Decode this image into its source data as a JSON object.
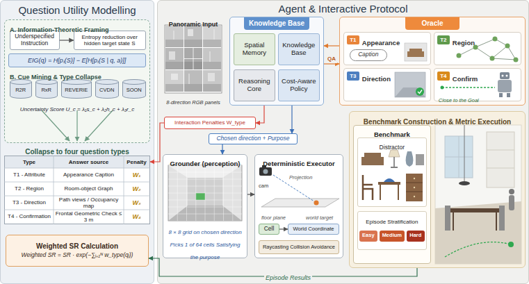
{
  "diagram": {
    "nodes": [
      {
        "text": [
          "Question Utility Modelling"
        ]
      },
      {
        "text": [
          "A. Information-Theoretic Framing",
          "B. Cue Mining & Type Collapse"
        ],
        "in": 0
      },
      {
        "text": [
          "Underspecified Instruction"
        ],
        "in": 1
      },
      {
        "text": [
          "Entropy reduction over hidden target state S"
        ],
        "in": 1
      },
      {
        "text": [
          "EIG(q) = H[pₜ(S)] − E[H[pₜ(S | q, a)]]"
        ],
        "in": 1
      },
      {
        "text": [
          "R2R"
        ],
        "in": 1
      },
      {
        "text": [
          "RxR"
        ],
        "in": 1
      },
      {
        "text": [
          "REVERIE"
        ],
        "in": 1
      },
      {
        "text": [
          "CVDN"
        ],
        "in": 1
      },
      {
        "text": [
          "SOON"
        ],
        "in": 1
      },
      {
        "text": [
          "Type",
          "Answer source",
          "Penalty",
          "T1 - Attribute",
          "Appearance Caption",
          "W₁",
          "T2 - Region",
          "Room-object Graph",
          "W₂",
          "T3 - Direction",
          "Path views / Occupancy map",
          "W₃",
          "T4 - Confirmation",
          "Frontal Geometric Check ≤ 3 m",
          "W₄"
        ],
        "in": 0
      },
      {
        "text": [
          "Weighted SR Calculation",
          "Weighted SR = SR · exp(−∑ᵢ₌₁ᴺ w_type(qᵢ))"
        ],
        "in": 0
      },
      {
        "text": [
          "Agent & Interactive Protocol"
        ]
      },
      {
        "text": [
          "Panoramic Input",
          "8-direction RGB panels"
        ],
        "in": 12
      },
      {
        "text": [
          "Knowledge Base"
        ],
        "in": 12
      },
      {
        "text": [
          "Spatial Memory"
        ],
        "in": 14
      },
      {
        "text": [
          "Knowledge Base"
        ],
        "in": 14
      },
      {
        "text": [
          "Reasoning Core"
        ],
        "in": 14
      },
      {
        "text": [
          "Cost-Aware Policy"
        ],
        "in": 14
      },
      {
        "text": [
          "Oracle"
        ],
        "in": 12
      },
      {
        "text": [
          "T1",
          "Appearance",
          "Caption"
        ],
        "in": 19
      },
      {
        "text": [
          "T2",
          "Region"
        ],
        "in": 19
      },
      {
        "text": [
          "T3",
          "Direction"
        ],
        "in": 19
      },
      {
        "text": [
          "T4",
          "Confirm",
          "Close to the Goal"
        ],
        "in": 19
      },
      {
        "text": [
          "Interaction Penalties W_type"
        ],
        "in": 12
      },
      {
        "text": [
          "Chosen direction + Purpose"
        ],
        "in": 12
      },
      {
        "text": [
          "Grounder (perception)",
          "8 × 8 grid on chosen direction Picks 1 of 64 cells Satisfying the purpose"
        ],
        "in": 12
      },
      {
        "text": [
          "Deterministic Executor"
        ],
        "in": 12
      },
      {
        "text": [
          "Cell"
        ],
        "in": 27
      },
      {
        "text": [
          "World Coordinate"
        ],
        "in": 27
      },
      {
        "text": [
          "Raycasting Collision Avoidance"
        ],
        "in": 27
      },
      {
        "text": [
          "Benchmark Construction & Metric Execution"
        ],
        "in": 12
      },
      {
        "text": [
          "Benchmark"
        ],
        "in": 31
      },
      {
        "text": [
          "Distractor"
        ],
        "in": 32
      },
      {
        "text": [
          "Episode Stratification"
        ],
        "in": 32
      },
      {
        "text": [
          "Easy"
        ],
        "in": 34
      },
      {
        "text": [
          "Medium"
        ],
        "in": 34
      },
      {
        "text": [
          "Hard"
        ],
        "in": 34
      }
    ],
    "edges": [
      {
        "from": 2,
        "to": 3,
        "arrow": "to"
      },
      {
        "from": 19,
        "to": 14,
        "arrow": "to"
      },
      {
        "from": 14,
        "to": 19,
        "label": "QA",
        "arrow": "to"
      },
      {
        "from": 14,
        "to": 24,
        "arrow": "to"
      },
      {
        "from": 24,
        "to": 10,
        "arrow": "to"
      },
      {
        "from": 14,
        "to": 25,
        "arrow": "to"
      },
      {
        "from": 25,
        "to": 26,
        "arrow": "to"
      },
      {
        "from": 26,
        "to": 27,
        "arrow": "to"
      },
      {
        "from": 28,
        "to": 29,
        "arrow": "to"
      },
      {
        "from": 31,
        "to": 11,
        "label": "Episode Results",
        "arrow": "to"
      }
    ],
    "labels": [
      "Uncertainty Score U_c = λ₁s_c + λ₂h_c + λ₃r_c",
      "Collapse to four question types",
      "cam",
      "Projection",
      "floor plane",
      "world target"
    ]
  }
}
